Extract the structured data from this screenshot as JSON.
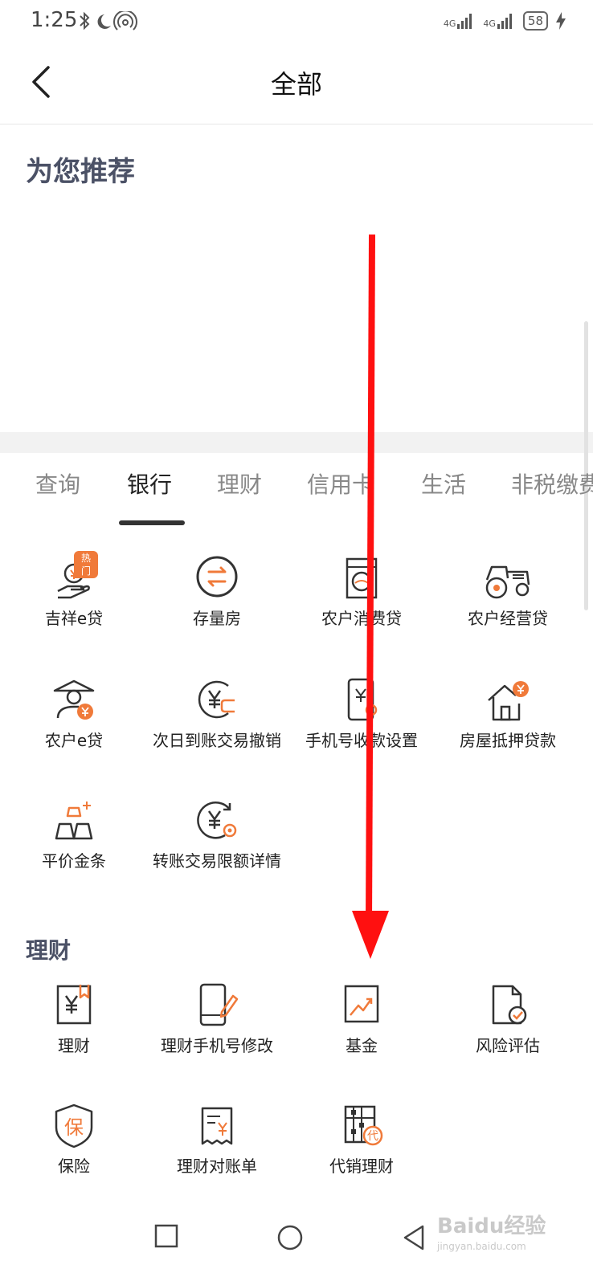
{
  "status_bar": {
    "time": "1:25",
    "signal_1": "4G",
    "signal_2": "4G",
    "battery": "58"
  },
  "header": {
    "title": "全部"
  },
  "recommend": {
    "title": "为您推荐"
  },
  "tabs": [
    {
      "label": "查询"
    },
    {
      "label": "银行"
    },
    {
      "label": "理财"
    },
    {
      "label": "信用卡"
    },
    {
      "label": "生活"
    },
    {
      "label": "非税缴费"
    }
  ],
  "bank_items": [
    {
      "label": "吉祥e贷",
      "badge": "热门",
      "icon": "hand-coin-icon"
    },
    {
      "label": "存量房",
      "icon": "exchange-circle-icon"
    },
    {
      "label": "农户消费贷",
      "icon": "washing-machine-icon"
    },
    {
      "label": "农户经营贷",
      "icon": "tractor-icon"
    },
    {
      "label": "农户e贷",
      "icon": "farmer-yuan-icon"
    },
    {
      "label": "次日到账交易撤销",
      "icon": "yuan-undo-icon"
    },
    {
      "label": "手机号收款设置",
      "icon": "phone-settings-icon"
    },
    {
      "label": "房屋抵押贷款",
      "icon": "house-yuan-icon"
    },
    {
      "label": "平价金条",
      "icon": "gold-bars-icon"
    },
    {
      "label": "转账交易限额详情",
      "icon": "yuan-gear-icon"
    }
  ],
  "finance": {
    "title": "理财",
    "items": [
      {
        "label": "理财",
        "icon": "yuan-bookmark-icon"
      },
      {
        "label": "理财手机号修改",
        "icon": "phone-edit-icon"
      },
      {
        "label": "基金",
        "icon": "trend-chart-icon"
      },
      {
        "label": "风险评估",
        "icon": "document-check-icon"
      },
      {
        "label": "保险",
        "icon": "shield-bao-icon",
        "glyph": "保"
      },
      {
        "label": "理财对账单",
        "icon": "receipt-yuan-icon"
      },
      {
        "label": "代销理财",
        "icon": "abacus-dai-icon",
        "glyph": "代"
      }
    ]
  },
  "watermark": {
    "brand": "Baidu经验",
    "url": "jingyan.baidu.com"
  },
  "colors": {
    "accent": "#f07a3a",
    "annotation": "#ff1010",
    "icon": "#333333"
  }
}
